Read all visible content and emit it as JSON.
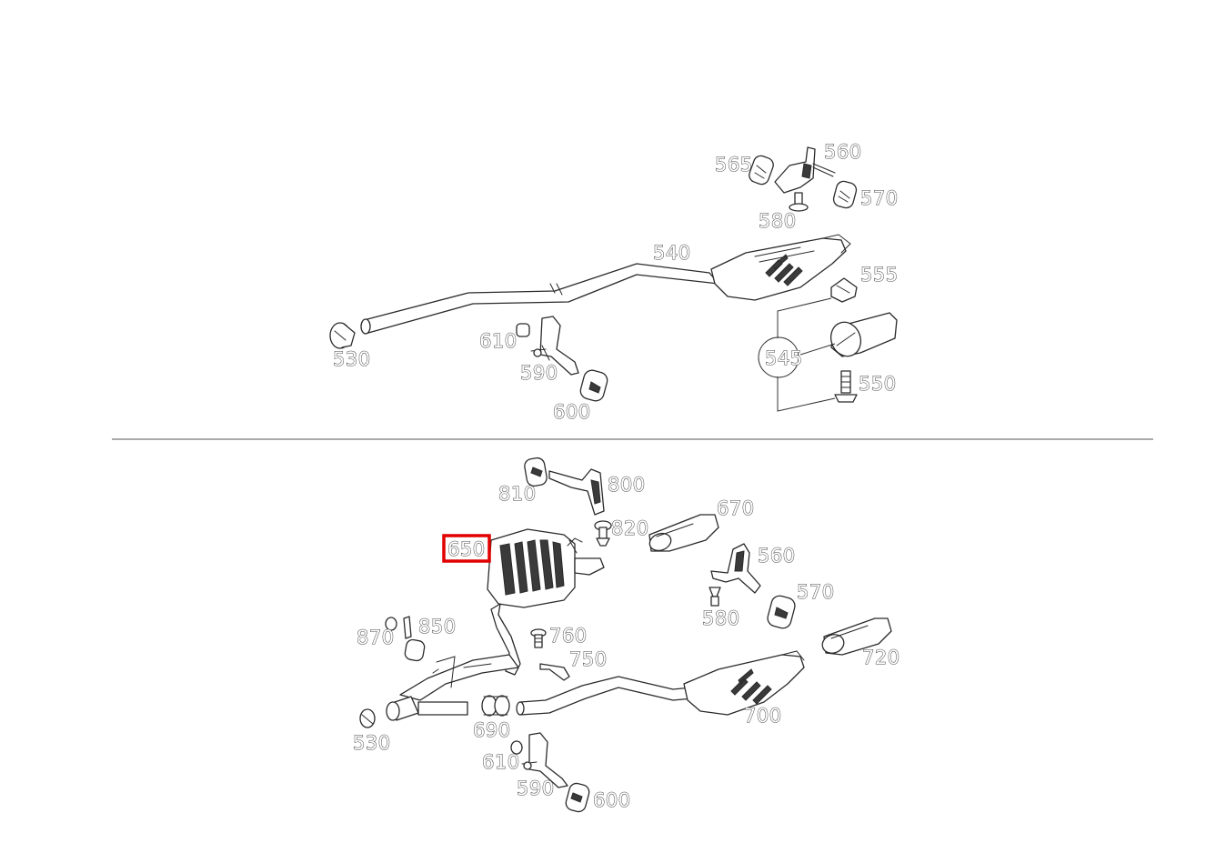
{
  "diagram": {
    "highlight_color": "#e00000",
    "highlighted_part": "650",
    "upper_assembly": {
      "labels": {
        "p565": "565",
        "p560": "560",
        "p570": "570",
        "p580": "580",
        "p540": "540",
        "p555": "555",
        "p545": "545",
        "p550": "550",
        "p530": "530",
        "p610": "610",
        "p590": "590",
        "p600": "600"
      }
    },
    "lower_assembly": {
      "labels": {
        "p810": "810",
        "p800": "800",
        "p670": "670",
        "p820": "820",
        "p650": "650",
        "p560": "560",
        "p570": "570",
        "p580": "580",
        "p870": "870",
        "p850": "850",
        "p760": "760",
        "p750": "750",
        "p720": "720",
        "p700": "700",
        "p530": "530",
        "p690": "690",
        "p610": "610",
        "p590": "590",
        "p600": "600"
      }
    }
  }
}
